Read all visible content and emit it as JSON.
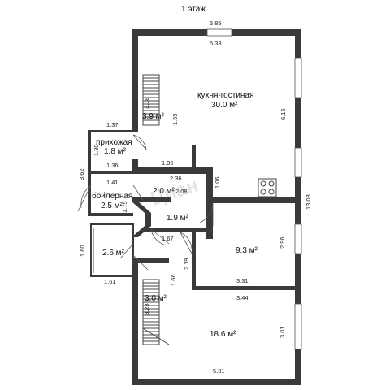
{
  "plan": {
    "title": "1 этаж",
    "watermark": "Циан"
  },
  "rooms": {
    "kitchen_living": {
      "name": "кухня-гостиная",
      "area": "30.0 м²"
    },
    "hall": {
      "name": "прихожая",
      "area": "1.8 м²"
    },
    "boiler": {
      "name": "бойлерная",
      "area": "2.5 м²"
    },
    "stair_upper": {
      "area": "3.9 м²"
    },
    "room_2_0": {
      "area": "2.0 м²"
    },
    "room_1_9": {
      "area": "1.9 м²"
    },
    "room_9_3": {
      "area": "9.3 м²"
    },
    "room_2_6": {
      "area": "2.6 м²"
    },
    "stair_lower": {
      "area": "3.0 м²"
    },
    "room_18_6": {
      "area": "18.6 м²"
    }
  },
  "dimensions": {
    "top_outer": "5.85",
    "top_inner": "5.38",
    "kitchen_right": "6.15",
    "total_right": "13.08",
    "stair_upper_len": "3.18",
    "stair_upper_side": "1.59",
    "hall_top": "1.37",
    "hall_side": "1.30",
    "hall_bottom": "1.36",
    "left_mid": "3.62",
    "boiler_top": "1.41",
    "boiler_side": "1.75",
    "corr_top": "1.95",
    "r20_top": "2.36",
    "r20_right": "2.08",
    "r20_side": "1.06",
    "r19_bottom": "1.67",
    "r93_left": "2.19",
    "r93_right": "2.96",
    "r93_bottom": "3.31",
    "r186_top": "3.44",
    "r26_left": "1.60",
    "r26_bottom": "1.61",
    "stair_lower_side": "1.66",
    "stair_lower_len": "3.28",
    "r186_right": "3.01",
    "bottom_inner": "5.31"
  }
}
